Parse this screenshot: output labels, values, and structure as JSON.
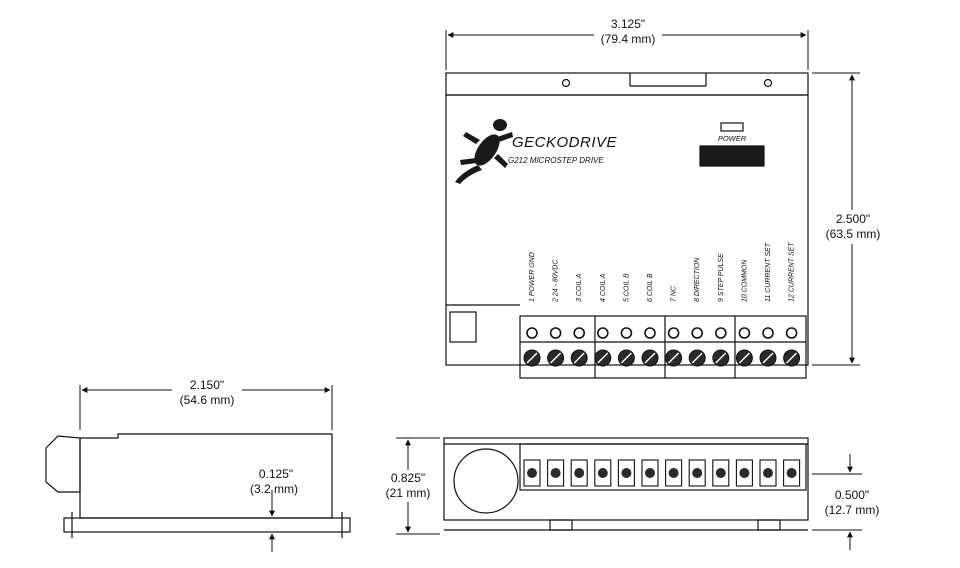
{
  "top_view": {
    "width_in": "3.125\"",
    "width_mm": "(79.4 mm)",
    "height_in": "2.500\"",
    "height_mm": "(63.5 mm)",
    "brand": "GECKODRIVE",
    "model": "G212 MICROSTEP DRIVE",
    "power_label": "POWER",
    "terminals": [
      "1 POWER GND",
      "2 24 - 80VDC",
      "3 COIL A",
      "4 COIL A",
      "5 COIL B",
      "6 COIL B",
      "7 NC",
      "8 DIRECTION",
      "9 STEP PULSE",
      "10 COMMON",
      "11 CURRENT SET",
      "12 CURRENT SET"
    ]
  },
  "side_view": {
    "length_in": "2.150\"",
    "length_mm": "(54.6 mm)",
    "base_in": "0.125\"",
    "base_mm": "(3.2 mm)"
  },
  "front_view": {
    "height_in": "0.825\"",
    "height_mm": "(21 mm)",
    "terminal_in": "0.500\"",
    "terminal_mm": "(12.7 mm)"
  },
  "colors": {
    "line": "#111111",
    "background": "#ffffff",
    "fill": "#1a1a1a"
  },
  "icons": [
    "gecko-logo-icon",
    "power-led-icon",
    "terminal-screw-icon"
  ]
}
